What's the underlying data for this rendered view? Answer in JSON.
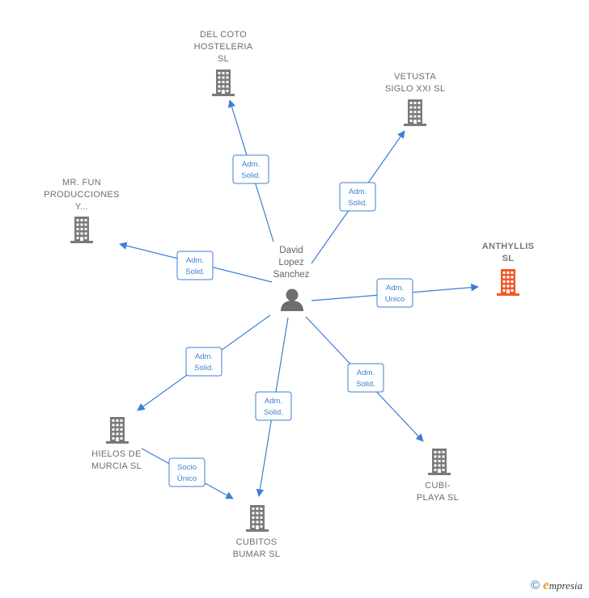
{
  "person": {
    "lines": [
      "David",
      "Lopez",
      "Sanchez"
    ]
  },
  "companies": [
    {
      "id": "delcoto",
      "lines": [
        "DEL COTO",
        "HOSTELERIA",
        "SL"
      ],
      "focus": false
    },
    {
      "id": "vetusta",
      "lines": [
        "VETUSTA",
        "SIGLO XXI  SL"
      ],
      "focus": false
    },
    {
      "id": "mrfun",
      "lines": [
        "MR.  FUN",
        "PRODUCCIONES",
        "Y..."
      ],
      "focus": false
    },
    {
      "id": "anthyllis",
      "lines": [
        "ANTHYLLIS",
        "SL"
      ],
      "focus": true
    },
    {
      "id": "hielos",
      "lines": [
        "HIELOS DE",
        "MURCIA SL"
      ],
      "focus": false
    },
    {
      "id": "cubiplaya",
      "lines": [
        "CUBI-",
        "PLAYA  SL"
      ],
      "focus": false
    },
    {
      "id": "cubitos",
      "lines": [
        "CUBITOS",
        "BUMAR  SL"
      ],
      "focus": false
    }
  ],
  "edges": [
    {
      "from": "person",
      "to": "delcoto",
      "lines": [
        "Adm.",
        "Solid."
      ]
    },
    {
      "from": "person",
      "to": "vetusta",
      "lines": [
        "Adm.",
        "Solid."
      ]
    },
    {
      "from": "person",
      "to": "mrfun",
      "lines": [
        "Adm.",
        "Solid."
      ]
    },
    {
      "from": "person",
      "to": "anthyllis",
      "lines": [
        "Adm.",
        "Unico"
      ]
    },
    {
      "from": "person",
      "to": "hielos",
      "lines": [
        "Adm.",
        "Solid."
      ]
    },
    {
      "from": "person",
      "to": "cubitos",
      "lines": [
        "Adm.",
        "Solid."
      ]
    },
    {
      "from": "person",
      "to": "cubiplaya",
      "lines": [
        "Adm.",
        "Solid."
      ]
    },
    {
      "from": "hielos",
      "to": "cubitos",
      "lines": [
        "Socio",
        "Único"
      ]
    }
  ],
  "colors": {
    "edge": "#3c7fd4",
    "building": "#7a7a7a",
    "focus_building": "#f05a28",
    "person": "#6e6e6e"
  },
  "icons": {
    "company": "building-icon",
    "person": "person-icon"
  },
  "footer": {
    "copyright_symbol": "©",
    "brand_initial": "e",
    "brand_rest": "mpresia"
  }
}
